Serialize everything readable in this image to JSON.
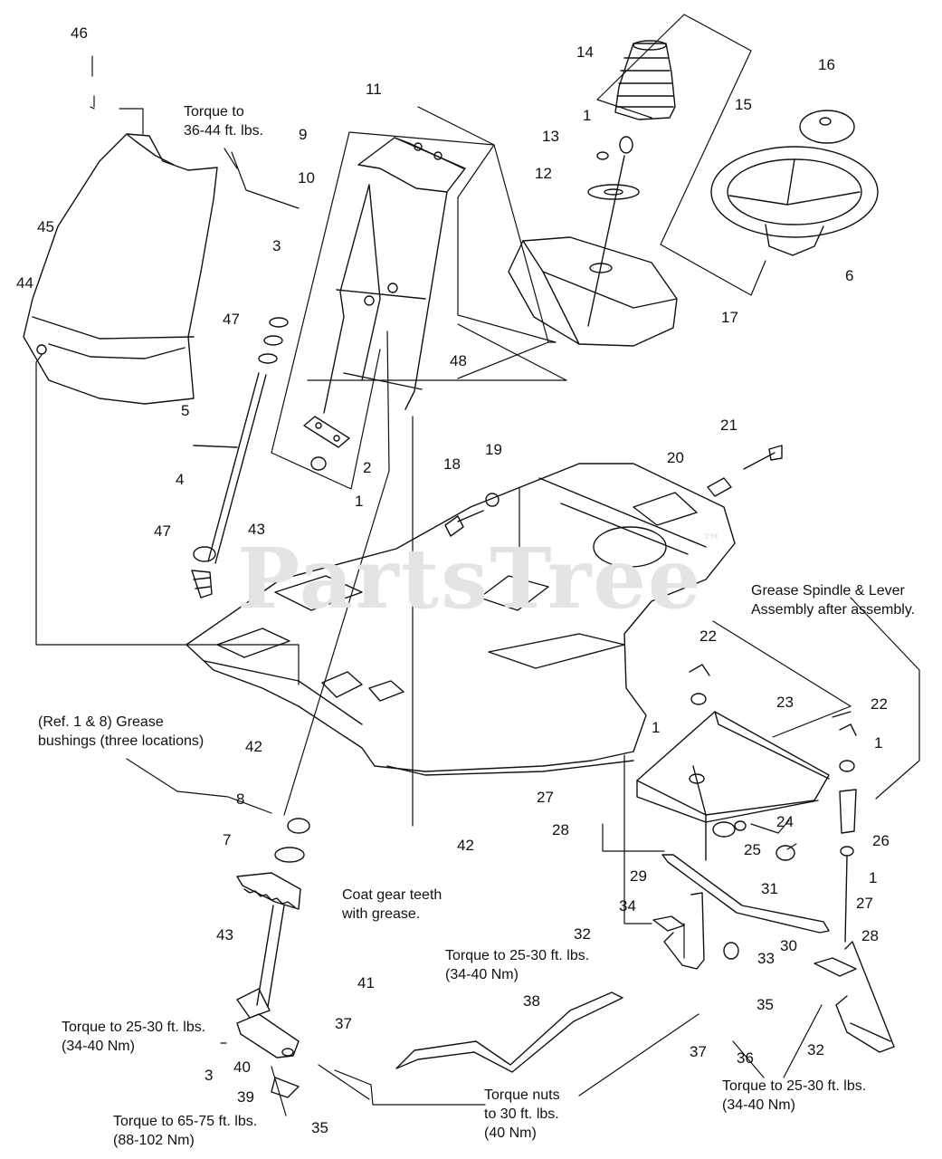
{
  "watermark": {
    "text": "PartsTree",
    "mark": "™"
  },
  "notes": {
    "torque_36_44": "Torque to\n36-44 ft. lbs.",
    "grease_spindle": "Grease Spindle & Lever\nAssembly after assembly.",
    "grease_bushings": "(Ref. 1 & 8) Grease\nbushings (three locations)",
    "coat_gear": "Coat gear teeth\nwith grease.",
    "torque_25_30_center": "Torque to 25-30 ft. lbs.\n(34-40 Nm)",
    "torque_25_30_left": "Torque to 25-30 ft. lbs.\n(34-40 Nm)",
    "torque_nuts": "Torque nuts\nto 30 ft. lbs.\n(40 Nm)",
    "torque_25_30_right": "Torque to 25-30 ft. lbs.\n(34-40 Nm)",
    "torque_65_75": "Torque to 65-75 ft. lbs.\n(88-102 Nm)"
  },
  "callouts": [
    {
      "id": "c46",
      "label": "46"
    },
    {
      "id": "c11",
      "label": "11"
    },
    {
      "id": "c14",
      "label": "14"
    },
    {
      "id": "c16",
      "label": "16"
    },
    {
      "id": "c9",
      "label": "9"
    },
    {
      "id": "c1a",
      "label": "1"
    },
    {
      "id": "c13",
      "label": "13"
    },
    {
      "id": "c15",
      "label": "15"
    },
    {
      "id": "c10",
      "label": "10"
    },
    {
      "id": "c12",
      "label": "12"
    },
    {
      "id": "c45",
      "label": "45"
    },
    {
      "id": "c3a",
      "label": "3"
    },
    {
      "id": "c6",
      "label": "6"
    },
    {
      "id": "c44",
      "label": "44"
    },
    {
      "id": "c47a",
      "label": "47"
    },
    {
      "id": "c17",
      "label": "17"
    },
    {
      "id": "c48",
      "label": "48"
    },
    {
      "id": "c5",
      "label": "5"
    },
    {
      "id": "c21",
      "label": "21"
    },
    {
      "id": "c2",
      "label": "2"
    },
    {
      "id": "c20",
      "label": "20"
    },
    {
      "id": "c18",
      "label": "18"
    },
    {
      "id": "c19",
      "label": "19"
    },
    {
      "id": "c4",
      "label": "4"
    },
    {
      "id": "c1b",
      "label": "1"
    },
    {
      "id": "c43a",
      "label": "43"
    },
    {
      "id": "c47b",
      "label": "47"
    },
    {
      "id": "c22a",
      "label": "22"
    },
    {
      "id": "c23",
      "label": "23"
    },
    {
      "id": "c22b",
      "label": "22"
    },
    {
      "id": "c1c",
      "label": "1"
    },
    {
      "id": "c1d",
      "label": "1"
    },
    {
      "id": "c42a",
      "label": "42"
    },
    {
      "id": "c8",
      "label": "8"
    },
    {
      "id": "c27a",
      "label": "27"
    },
    {
      "id": "c24",
      "label": "24"
    },
    {
      "id": "c28a",
      "label": "28"
    },
    {
      "id": "c26",
      "label": "26"
    },
    {
      "id": "c7",
      "label": "7"
    },
    {
      "id": "c42b",
      "label": "42"
    },
    {
      "id": "c25",
      "label": "25"
    },
    {
      "id": "c1e",
      "label": "1"
    },
    {
      "id": "c29",
      "label": "29"
    },
    {
      "id": "c31",
      "label": "31"
    },
    {
      "id": "c27b",
      "label": "27"
    },
    {
      "id": "c34",
      "label": "34"
    },
    {
      "id": "c28b",
      "label": "28"
    },
    {
      "id": "c43b",
      "label": "43"
    },
    {
      "id": "c32a",
      "label": "32"
    },
    {
      "id": "c30",
      "label": "30"
    },
    {
      "id": "c33",
      "label": "33"
    },
    {
      "id": "c41",
      "label": "41"
    },
    {
      "id": "c38",
      "label": "38"
    },
    {
      "id": "c35a",
      "label": "35"
    },
    {
      "id": "c37a",
      "label": "37"
    },
    {
      "id": "c37b",
      "label": "37"
    },
    {
      "id": "c36",
      "label": "36"
    },
    {
      "id": "c32b",
      "label": "32"
    },
    {
      "id": "c3b",
      "label": "3"
    },
    {
      "id": "c40",
      "label": "40"
    },
    {
      "id": "c39",
      "label": "39"
    },
    {
      "id": "c35b",
      "label": "35"
    }
  ]
}
